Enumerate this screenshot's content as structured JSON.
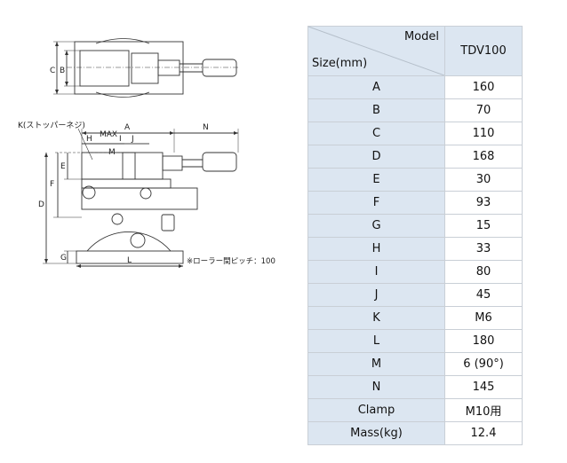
{
  "drawing": {
    "labels": {
      "c": "C",
      "b": "B",
      "a": "A",
      "n": "N",
      "k": "K(ストッパーネジ)",
      "h": "H",
      "max": "MAX",
      "i": "I",
      "j": "J",
      "m": "M",
      "e": "E",
      "f": "F",
      "d": "D",
      "g": "G",
      "l": "L"
    },
    "roller_pitch_note": "※ローラー間ピッチ：100"
  },
  "spec_table": {
    "header_model": "Model",
    "header_size": "Size(mm)",
    "model_name": "TDV100",
    "rows": [
      {
        "label": "A",
        "value": "160"
      },
      {
        "label": "B",
        "value": "70"
      },
      {
        "label": "C",
        "value": "110"
      },
      {
        "label": "D",
        "value": "168"
      },
      {
        "label": "E",
        "value": "30"
      },
      {
        "label": "F",
        "value": "93"
      },
      {
        "label": "G",
        "value": "15"
      },
      {
        "label": "H",
        "value": "33"
      },
      {
        "label": "I",
        "value": "80"
      },
      {
        "label": "J",
        "value": "45"
      },
      {
        "label": "K",
        "value": "M6"
      },
      {
        "label": "L",
        "value": "180"
      },
      {
        "label": "M",
        "value": "6 (90°)"
      },
      {
        "label": "N",
        "value": "145"
      },
      {
        "label": "Clamp",
        "value": "M10用"
      },
      {
        "label": "Mass(kg)",
        "value": "12.4"
      }
    ]
  }
}
